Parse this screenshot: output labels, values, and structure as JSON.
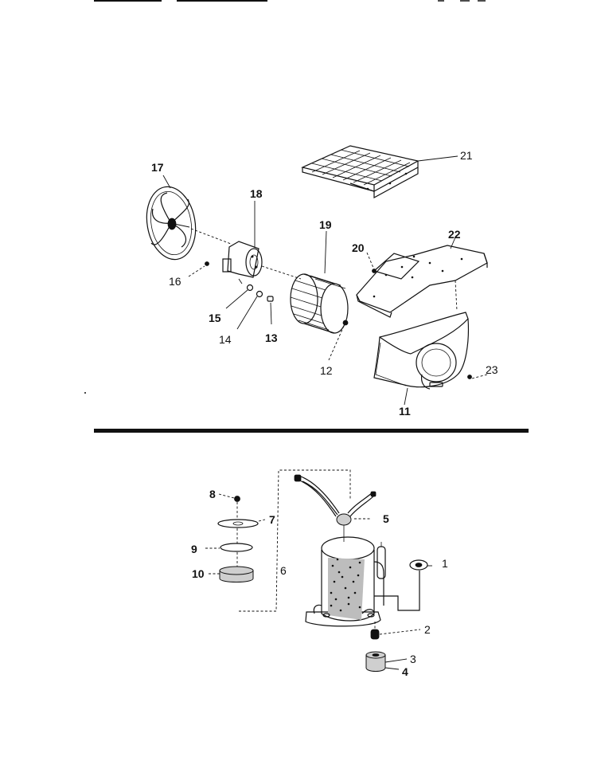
{
  "callouts": [
    {
      "id": "17",
      "text": "17"
    },
    {
      "id": "18",
      "text": "18"
    },
    {
      "id": "19",
      "text": "19"
    },
    {
      "id": "20",
      "text": "20"
    },
    {
      "id": "21",
      "text": "21"
    },
    {
      "id": "22",
      "text": "22"
    },
    {
      "id": "16",
      "text": "16"
    },
    {
      "id": "15",
      "text": "15"
    },
    {
      "id": "14",
      "text": "14"
    },
    {
      "id": "13",
      "text": "13"
    },
    {
      "id": "12",
      "text": "12"
    },
    {
      "id": "23",
      "text": "23"
    },
    {
      "id": "11",
      "text": "11"
    },
    {
      "id": "8",
      "text": "8"
    },
    {
      "id": "7",
      "text": "7"
    },
    {
      "id": "5",
      "text": "5"
    },
    {
      "id": "9",
      "text": "9"
    },
    {
      "id": "10",
      "text": "10"
    },
    {
      "id": "6",
      "text": "6"
    },
    {
      "id": "1",
      "text": "1"
    },
    {
      "id": "2",
      "text": "2"
    },
    {
      "id": "3",
      "text": "3"
    },
    {
      "id": "4",
      "text": "4"
    }
  ]
}
